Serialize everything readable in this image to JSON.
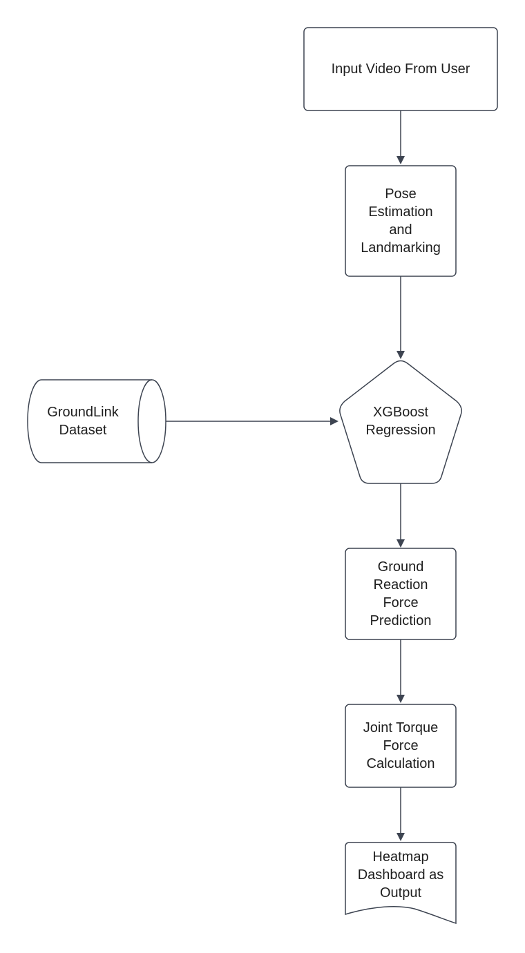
{
  "nodes": {
    "input_video": {
      "label": "Input Video From User",
      "shape": "rounded-rectangle"
    },
    "pose_estimation": {
      "label": "Pose\nEstimation\nand\nLandmarking",
      "shape": "rounded-rectangle"
    },
    "groundlink_dataset": {
      "label": "GroundLink\nDataset",
      "shape": "cylinder"
    },
    "xgboost_regression": {
      "label": "XGBoost\nRegression",
      "shape": "pentagon"
    },
    "grf_prediction": {
      "label": "Ground\nReaction\nForce\nPrediction",
      "shape": "rounded-rectangle"
    },
    "joint_torque": {
      "label": "Joint Torque\nForce\nCalculation",
      "shape": "rounded-rectangle"
    },
    "heatmap_output": {
      "label": "Heatmap\nDashboard as\nOutput",
      "shape": "document"
    }
  },
  "edges": [
    {
      "from": "input_video",
      "to": "pose_estimation"
    },
    {
      "from": "pose_estimation",
      "to": "xgboost_regression"
    },
    {
      "from": "groundlink_dataset",
      "to": "xgboost_regression"
    },
    {
      "from": "xgboost_regression",
      "to": "grf_prediction"
    },
    {
      "from": "grf_prediction",
      "to": "joint_torque"
    },
    {
      "from": "joint_torque",
      "to": "heatmap_output"
    }
  ],
  "colors": {
    "stroke": "#3d4451",
    "fill": "#ffffff",
    "text": "#1e1e1e"
  }
}
